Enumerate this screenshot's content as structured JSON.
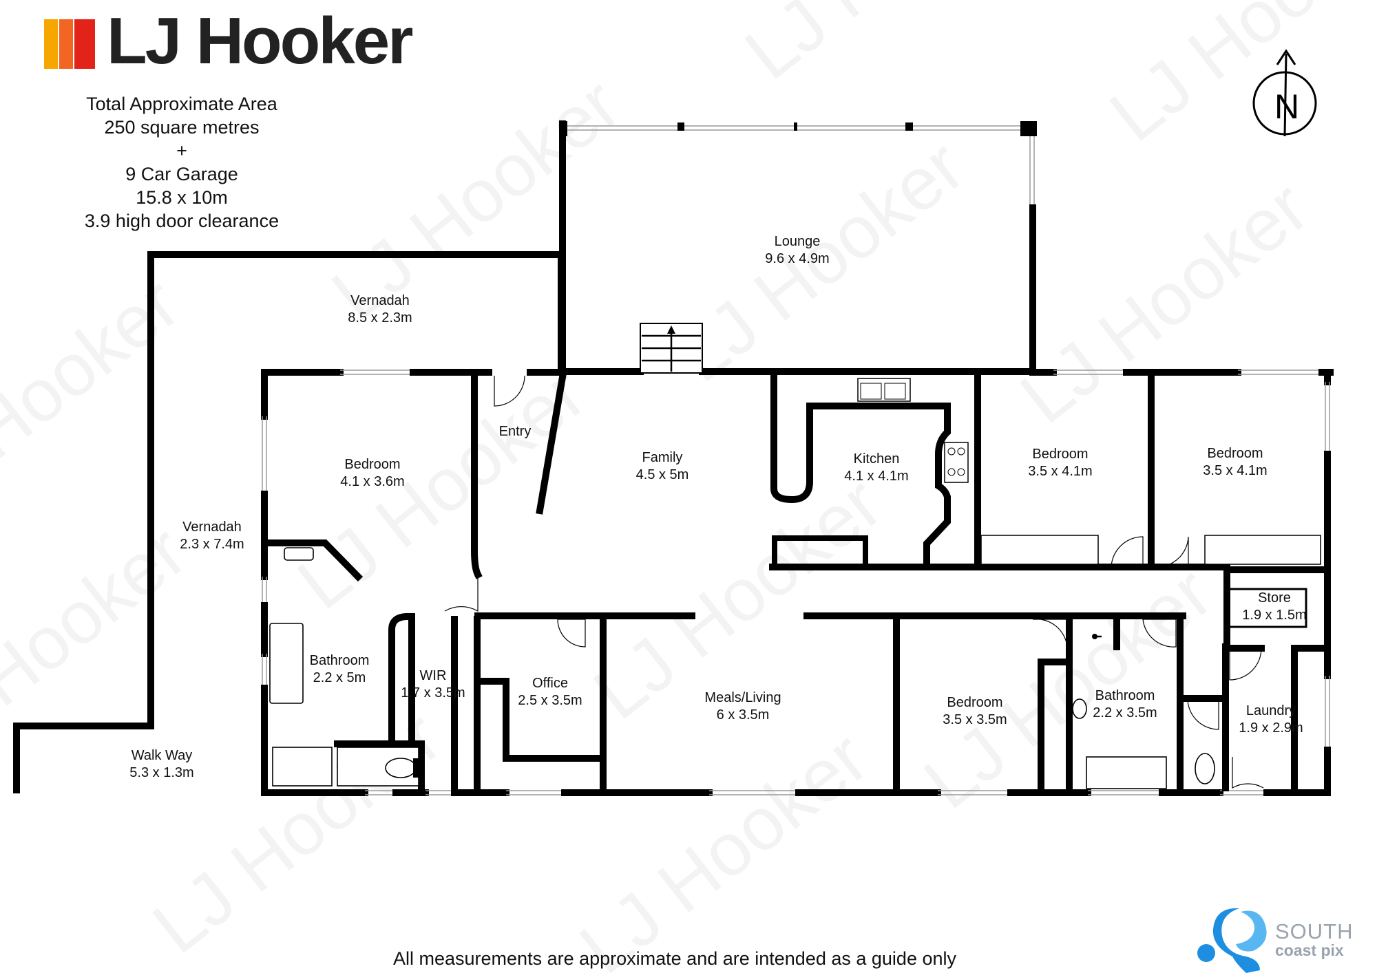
{
  "brand": {
    "name": "LJ Hooker",
    "stripe_colors": [
      "#f7a600",
      "#f26522",
      "#e2231a"
    ],
    "text_color": "#222222"
  },
  "watermark": "LJ Hooker",
  "summary": {
    "line1": "Total Approximate Area",
    "line2": "250 square metres",
    "line3": "+",
    "line4": "9 Car Garage",
    "line5": "15.8 x 10m",
    "line6": "3.9 high door clearance"
  },
  "compass": {
    "label": "N",
    "icon": "north-arrow-icon"
  },
  "rooms": {
    "lounge": {
      "name": "Lounge",
      "dims": "9.6 x 4.9m"
    },
    "vernadah_top": {
      "name": "Vernadah",
      "dims": "8.5 x 2.3m"
    },
    "vernadah_side": {
      "name": "Vernadah",
      "dims": "2.3 x 7.4m"
    },
    "walkway": {
      "name": "Walk Way",
      "dims": "5.3 x 1.3m"
    },
    "bedroom1": {
      "name": "Bedroom",
      "dims": "4.1 x 3.6m"
    },
    "entry": {
      "name": "Entry"
    },
    "family": {
      "name": "Family",
      "dims": "4.5 x 5m"
    },
    "kitchen": {
      "name": "Kitchen",
      "dims": "4.1 x 4.1m"
    },
    "bedroom2": {
      "name": "Bedroom",
      "dims": "3.5 x 4.1m"
    },
    "bedroom3": {
      "name": "Bedroom",
      "dims": "3.5 x 4.1m"
    },
    "store": {
      "name": "Store",
      "dims": "1.9 x 1.5m"
    },
    "bathroom1": {
      "name": "Bathroom",
      "dims": "2.2 x 5m"
    },
    "wir": {
      "name": "WIR",
      "dims": "1.7 x 3.5m"
    },
    "office": {
      "name": "Office",
      "dims": "2.5 x 3.5m"
    },
    "meals": {
      "name": "Meals/Living",
      "dims": "6 x 3.5m"
    },
    "bedroom4": {
      "name": "Bedroom",
      "dims": "3.5 x 3.5m"
    },
    "bathroom2": {
      "name": "Bathroom",
      "dims": "2.2 x 3.5m"
    },
    "laundry": {
      "name": "Laundry",
      "dims": "1.9 x 2.9m"
    }
  },
  "footer": "All measurements are approximate and are intended as a guide only",
  "credit": {
    "brand": "SOUTH",
    "sub": "coast pix",
    "logo_color": "#1e8fe0",
    "text_color": "#9aa3ad"
  }
}
